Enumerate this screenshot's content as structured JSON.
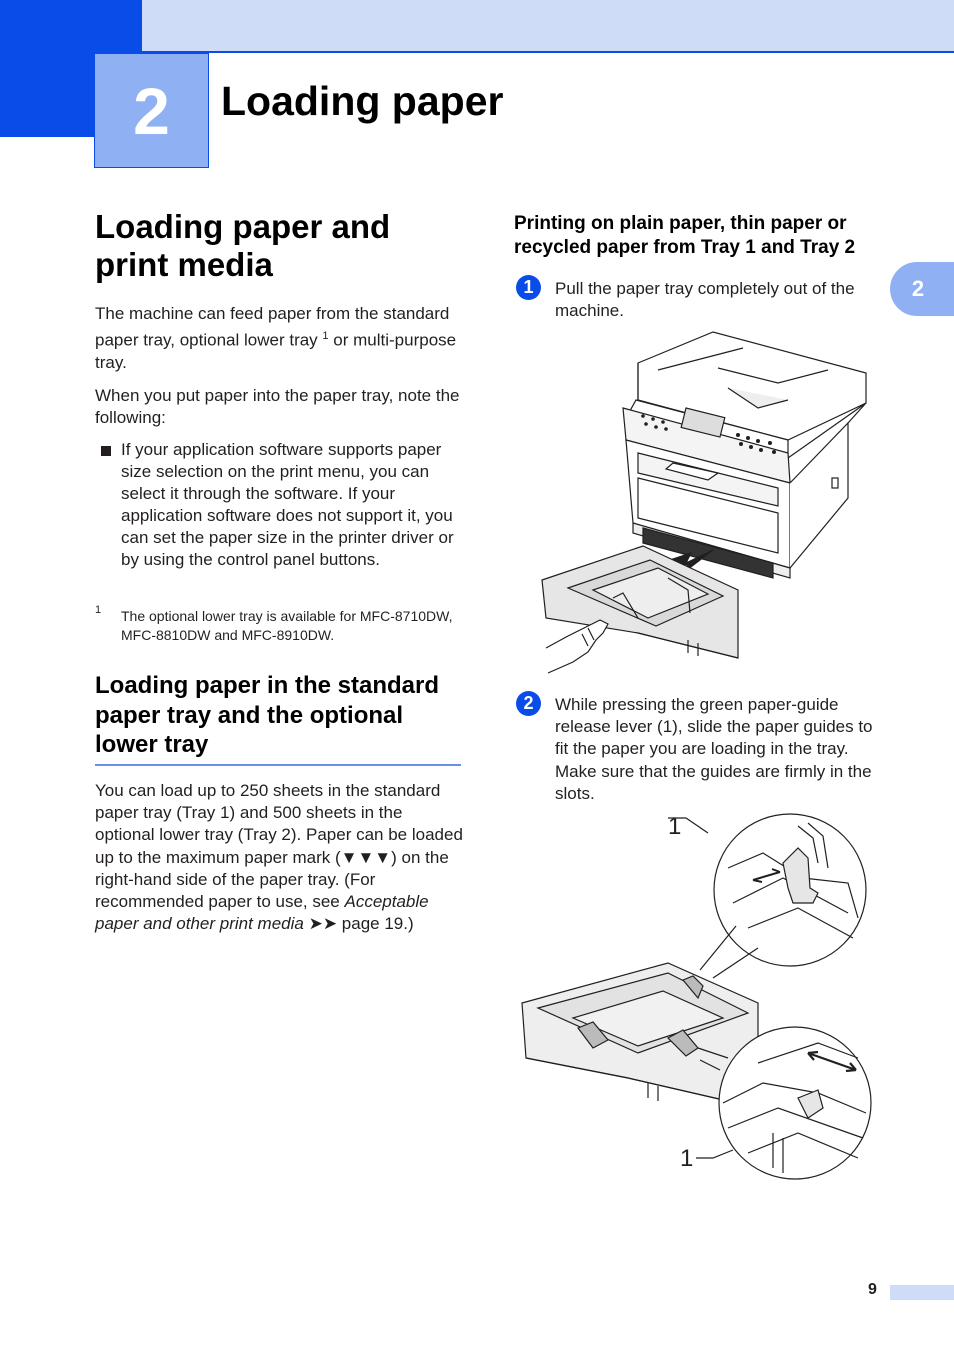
{
  "chapter": {
    "number": "2",
    "title": "Loading paper",
    "tab": "2"
  },
  "section1": {
    "title": "Loading paper and print media",
    "p1_a": "The machine can feed paper from the standard paper tray, optional lower tray",
    "p1_sup": "1",
    "p1_b": " or multi-purpose tray.",
    "p2": "When you put paper into the paper tray, note the following:",
    "bullet": "If your application software supports paper size selection on the print menu, you can select it through the software. If your application software does not support it, you can set the paper size in the printer driver or by using the control panel buttons.",
    "footnote_num": "1",
    "footnote": "The optional lower tray is available for MFC-8710DW, MFC-8810DW and MFC-8910DW."
  },
  "section2": {
    "title": "Loading paper in the standard paper tray and the optional lower tray",
    "p_a": "You can load up to 250 sheets in the standard paper tray (Tray 1) and 500 sheets in the optional lower tray (Tray 2). Paper can be loaded up to the maximum paper mark (▼▼▼) on the right-hand side of the paper tray. (For recommended paper to use, see ",
    "p_link": "Acceptable paper and other print media",
    "p_b": " ➤➤ page 19.)"
  },
  "section3": {
    "title": "Printing on plain paper, thin paper or recycled paper from Tray 1 and Tray 2",
    "steps": [
      {
        "num": "1",
        "text": "Pull the paper tray completely out of the machine."
      },
      {
        "num": "2",
        "text": "While pressing the green paper-guide release lever (1), slide the paper guides to fit the paper you are loading in the tray. Make sure that the guides are firmly in the slots."
      }
    ],
    "callout_top": "1",
    "callout_bottom": "1"
  },
  "footer": {
    "page": "9"
  }
}
